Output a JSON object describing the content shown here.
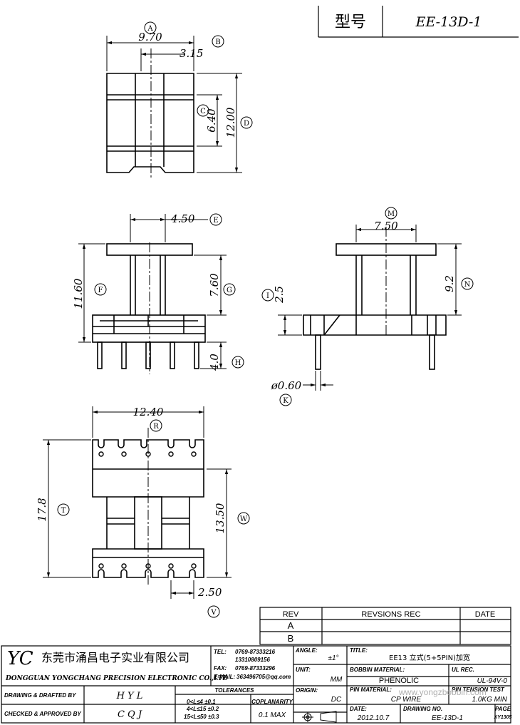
{
  "header": {
    "model_label": "型号",
    "model_value": "EE-13D-1"
  },
  "dims": {
    "A": {
      "mark": "A",
      "value": "9.70"
    },
    "B": {
      "mark": "B",
      "value": "3.15"
    },
    "C": {
      "mark": "C",
      "value": "6.40"
    },
    "D": {
      "mark": "D",
      "value": "12.00"
    },
    "E": {
      "mark": "E",
      "value": "4.50"
    },
    "F": {
      "mark": "F",
      "value": "11.60"
    },
    "G": {
      "mark": "G",
      "value": "7.60"
    },
    "H": {
      "mark": "H",
      "value": "4.0"
    },
    "I": {
      "mark": "I",
      "value": "2.5"
    },
    "K": {
      "mark": "K",
      "value": "ø0.60"
    },
    "M": {
      "mark": "M",
      "value": "7.50"
    },
    "N": {
      "mark": "N",
      "value": "9.2"
    },
    "R": {
      "mark": "R",
      "value": "12.40"
    },
    "T": {
      "mark": "T",
      "value": "17.8"
    },
    "V": {
      "mark": "V",
      "value": "2.50"
    },
    "W": {
      "mark": "W",
      "value": "13.50"
    }
  },
  "revision": {
    "col_rev": "REV",
    "col_rec": "REVSIONS REC",
    "col_date": "DATE",
    "rows": [
      "A",
      "B"
    ]
  },
  "company": {
    "logo": "YC",
    "name_cn": "东莞市涌昌电子实业有限公司",
    "name_en": "DONGGUAN YONGCHANG PRECISION ELECTRONIC CO.,LTD",
    "tel_label": "TEL:",
    "tel1": "0769-87333216",
    "tel2": "13310809156",
    "fax_label": "FAX:",
    "fax": "0769-87333296",
    "email_label": "E-MAIL:",
    "email": "363496705@qq.com"
  },
  "titleblock": {
    "drawn_label": "DRAWING & DRAFTED BY",
    "drawn_value": "H Y L",
    "checked_label": "CHECKED & APPROVED BY",
    "checked_value": "C Q J",
    "tolerances_label": "TOLERANCES",
    "tol1": "0<L≤4  ±0.1",
    "tol2": "4<L≤15 ±0.2",
    "tol3": "15<L≤50 ±0.3",
    "coplanarity_label": "COPLANARITY",
    "coplanarity_value": "0.1 MAX",
    "angle_label": "ANGLE:",
    "angle_value": "±1°",
    "unit_label": "UNIT:",
    "unit_value": "MM",
    "origin_label": "ORIGIN:",
    "origin_value": "DC",
    "title_label": "TITLE:",
    "title_value": "EE13 立式(5+5PIN)加宽",
    "material_label": "BOBBIN MATERIAL:",
    "material_value": "PHENOLIC",
    "ul_label": "UL REC.",
    "ul_value": "UL-94V-0",
    "pin_material_label": "PIN MATERIAL:",
    "pin_material_value": "CP WIRE",
    "pin_tension_label": "PIN TENSION TEST",
    "pin_tension_value": "1.0KG MIN",
    "date_label": "DATE:",
    "date_value": "2012.10.7",
    "drawing_no_label": "DRAWING NO.",
    "drawing_no_value": "EE-13D-1",
    "page_label": "PAGE",
    "page_value": "XY1305"
  },
  "watermark": "www.yongzbobbin.com"
}
